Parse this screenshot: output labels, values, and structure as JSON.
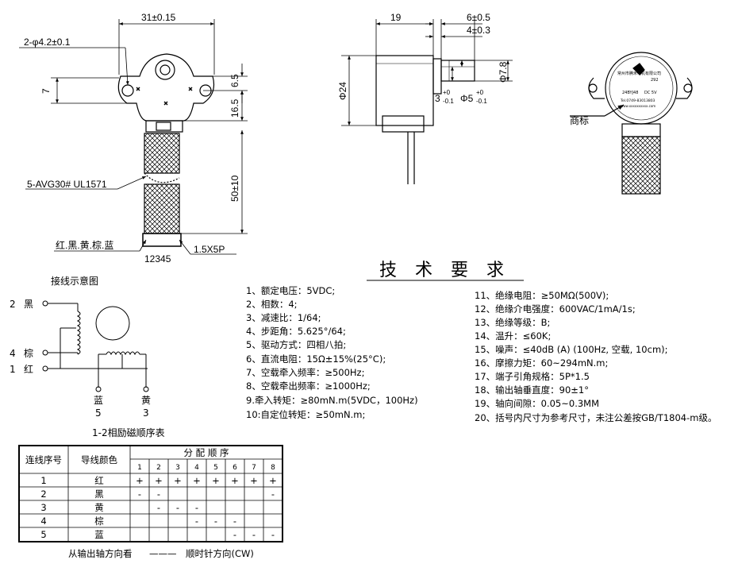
{
  "drawing": {
    "dims_front": {
      "width": "31±0.15",
      "holes": "2-φ4.2±0.1",
      "left_7": "7",
      "right_65": "6.5",
      "right_165": "16.5",
      "right_50": "50±10",
      "wire": "5-AVG30# UL1571",
      "colors": "红.黑.黄.棕.蓝",
      "pins": "12345",
      "pitch": "1.5X5P"
    },
    "dims_side": {
      "d19": "19",
      "d6": "6±0.5",
      "d4": "4±0.3",
      "d24": "Φ24",
      "d78": "Φ7.8",
      "flat_base": "3",
      "flat_tol_up": "+0",
      "flat_tol_dn": "-0.1",
      "shaft_base": "Φ5",
      "shaft_tol_up": "+0",
      "shaft_tol_dn": "-0.1"
    },
    "label_view": {
      "trademark": "商标",
      "company": "常州市腾禾电机有限公司",
      "model": "24BYJ48",
      "voltage": "DC 5V",
      "ratio": "292",
      "tel": "Tel.0749-83013803",
      "web": "www.xxxxxxxxxx.com"
    }
  },
  "wiring": {
    "title": "接线示意图",
    "w_black_num": "2",
    "w_black": "黑",
    "w_brown_num": "4",
    "w_brown": "棕",
    "w_red_num": "1",
    "w_red": "红",
    "w_blue": "蓝",
    "w_blue_num": "5",
    "w_yellow": "黄",
    "w_yellow_num": "3",
    "caption": "1-2相励磁顺序表"
  },
  "specs": {
    "title": "技 术 要 求",
    "left": [
      "1、额定电压：5VDC;",
      "2、相数：4;",
      "3、减速比：1/64;",
      "4、步距角：5.625°/64;",
      "5、驱动方式：四相八拍;",
      "6、直流电阻：15Ω±15%(25°C);",
      "7、空载牵入频率：≥500Hz;",
      "8、空载牵出频率：≥1000Hz;",
      "9.牵入转矩：≥80mN.m(5VDC，100Hz)",
      "10:自定位转矩：≥50mN.m;"
    ],
    "right": [
      "11、绝缘电阻：≥50MΩ(500V);",
      "12、绝缘介电强度：600VAC/1mA/1s;",
      "13、绝缘等级：B;",
      "14、温升：≤60K;",
      "15、噪声：≤40dB (A) (100Hz, 空载, 10cm);",
      "16、摩擦力矩：60~294mN.m;",
      "17、端子引角规格：5P*1.5",
      "18、输出轴垂直度：90±1°",
      "19、轴向间隙：0.05~0.3MM",
      "20、括号内尺寸为参考尺寸，未注公差按GB/T1804-m级。"
    ]
  },
  "sequence_table": {
    "h_no": "连线序号",
    "h_color": "导线颜色",
    "h_seq": "分 配 顺 序",
    "steps": [
      "1",
      "2",
      "3",
      "4",
      "5",
      "6",
      "7",
      "8"
    ],
    "rows": [
      {
        "no": "1",
        "color": "红",
        "cells": [
          "+",
          "+",
          "+",
          "+",
          "+",
          "+",
          "+",
          "+"
        ]
      },
      {
        "no": "2",
        "color": "黑",
        "cells": [
          "-",
          "-",
          "",
          "",
          "",
          "",
          "",
          "-"
        ]
      },
      {
        "no": "3",
        "color": "黄",
        "cells": [
          "",
          "-",
          "-",
          "-",
          "",
          "",
          "",
          ""
        ]
      },
      {
        "no": "4",
        "color": "棕",
        "cells": [
          "",
          "",
          "",
          "-",
          "-",
          "-",
          "",
          ""
        ]
      },
      {
        "no": "5",
        "color": "蓝",
        "cells": [
          "",
          "",
          "",
          "",
          "",
          "-",
          "-",
          "-"
        ]
      }
    ],
    "footer_a": "从输出轴方向看",
    "footer_dash": "———",
    "footer_b": "顺时针方向(CW)"
  }
}
